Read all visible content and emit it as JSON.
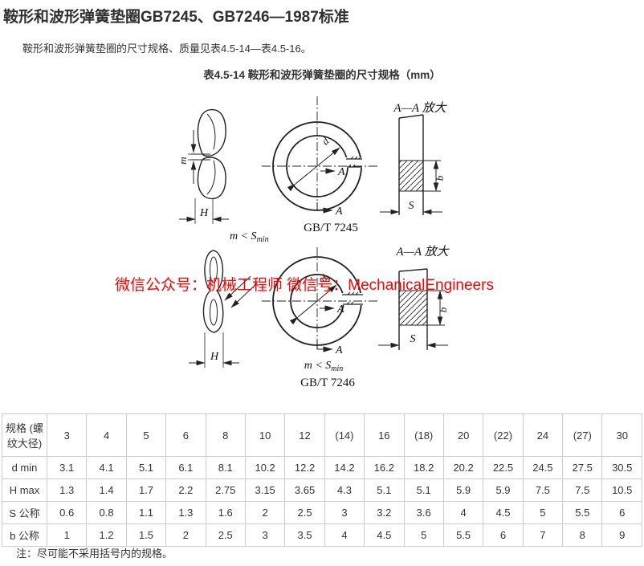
{
  "page": {
    "title": "鞍形和波形弹簧垫圈GB7245、GB7246—1987标准",
    "intro": "鞍形和波形弹簧垫圈的尺寸规格、质量见表4.5-14—表4.5-16。",
    "table_caption": "表4.5-14 鞍形和波形弹簧垫圈的尺寸规格（mm）",
    "watermark": "微信公众号：机械工程师 微信号：MechanicalEngineers",
    "note": "注：尽可能不采用括号内的规格。"
  },
  "diagram": {
    "fig1": {
      "section_title": "A—A 放大",
      "standard": "GB/T 7245",
      "cond": "m < S",
      "cond_sub": "min",
      "dim_m": "m",
      "dim_h": "H",
      "dim_d": "d",
      "dim_a": "A",
      "dim_b": "b",
      "dim_s": "S"
    },
    "fig2": {
      "section_title": "A—A 放大",
      "standard": "GB/T 7246",
      "cond": "m < S",
      "cond_sub": "min",
      "dim_h": "H",
      "dim_d": "d",
      "dim_a": "A",
      "dim_b": "b",
      "dim_s": "S"
    }
  },
  "table": {
    "header_col": "规格 (螺纹大径)",
    "columns": [
      "3",
      "4",
      "5",
      "6",
      "8",
      "10",
      "12",
      "(14)",
      "16",
      "(18)",
      "20",
      "(22)",
      "24",
      "(27)",
      "30"
    ],
    "rows": [
      {
        "label": "d min",
        "values": [
          "3.1",
          "4.1",
          "5.1",
          "6.1",
          "8.1",
          "10.2",
          "12.2",
          "14.2",
          "16.2",
          "18.2",
          "20.2",
          "22.5",
          "24.5",
          "27.5",
          "30.5"
        ]
      },
      {
        "label": "H max",
        "values": [
          "1.3",
          "1.4",
          "1.7",
          "2.2",
          "2.75",
          "3.15",
          "3.65",
          "4.3",
          "5.1",
          "5.1",
          "5.9",
          "5.9",
          "7.5",
          "7.5",
          "10.5"
        ]
      },
      {
        "label": "S 公称",
        "values": [
          "0.6",
          "0.8",
          "1.1",
          "1.3",
          "1.6",
          "2",
          "2.5",
          "3",
          "3.2",
          "3.6",
          "4",
          "4.5",
          "5",
          "5.5",
          "6"
        ]
      },
      {
        "label": "b 公称",
        "values": [
          "1",
          "1.2",
          "1.5",
          "2",
          "2.5",
          "3",
          "3.5",
          "4",
          "4.5",
          "5",
          "5.5",
          "6",
          "7",
          "8",
          "9"
        ]
      }
    ]
  },
  "colors": {
    "watermark_red": "#fe0000",
    "body_text": "#333333",
    "table_border": "#cccccc",
    "drawing_line": "#222222"
  }
}
